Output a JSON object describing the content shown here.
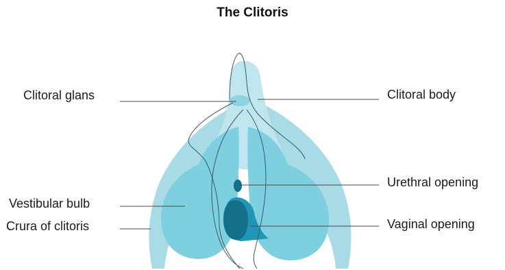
{
  "title": "The Clitoris",
  "labels": {
    "clitoral_glans": "Clitoral glans",
    "clitoral_body": "Clitoral body",
    "urethral_opening": "Urethral opening",
    "vestibular_bulb": "Vestibular bulb",
    "crura_of_clitoris": "Crura of clitoris",
    "vaginal_opening": "Vaginal opening"
  },
  "colors": {
    "crura": "#a8dbe6",
    "body": "#bfe5ee",
    "bulb": "#7ecfe0",
    "opening": "#1f96b5",
    "opening_dark": "#146f88",
    "outline": "#3a5a66",
    "leader_line": "#4a4a4a"
  }
}
